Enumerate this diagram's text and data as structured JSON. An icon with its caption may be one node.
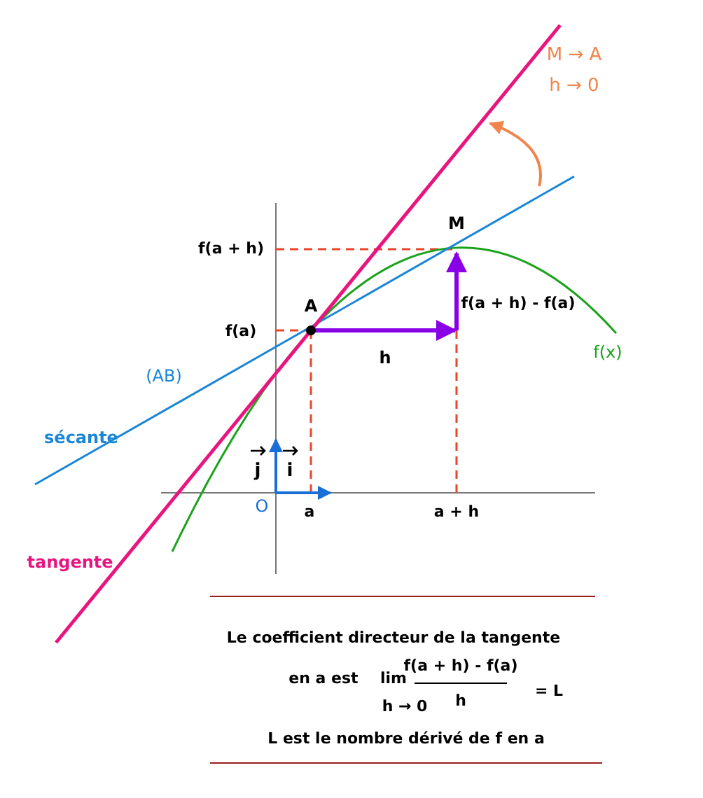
{
  "diagram": {
    "labels": [
      "M → A",
      "h → 0",
      "M",
      "f(a + h)",
      "A",
      "f(a)",
      "f(a + h) - f(a)",
      "h",
      "(AB)",
      "f(x)",
      "sécante",
      "j",
      "i",
      "O",
      "a",
      "a + h",
      "tangente",
      "Le coefficient directeur de la tangente",
      "en a est",
      "lim",
      "f(a + h) - f(a)",
      "h",
      "h → 0",
      "= L",
      "L est le nombre dérivé de f en a"
    ]
  }
}
